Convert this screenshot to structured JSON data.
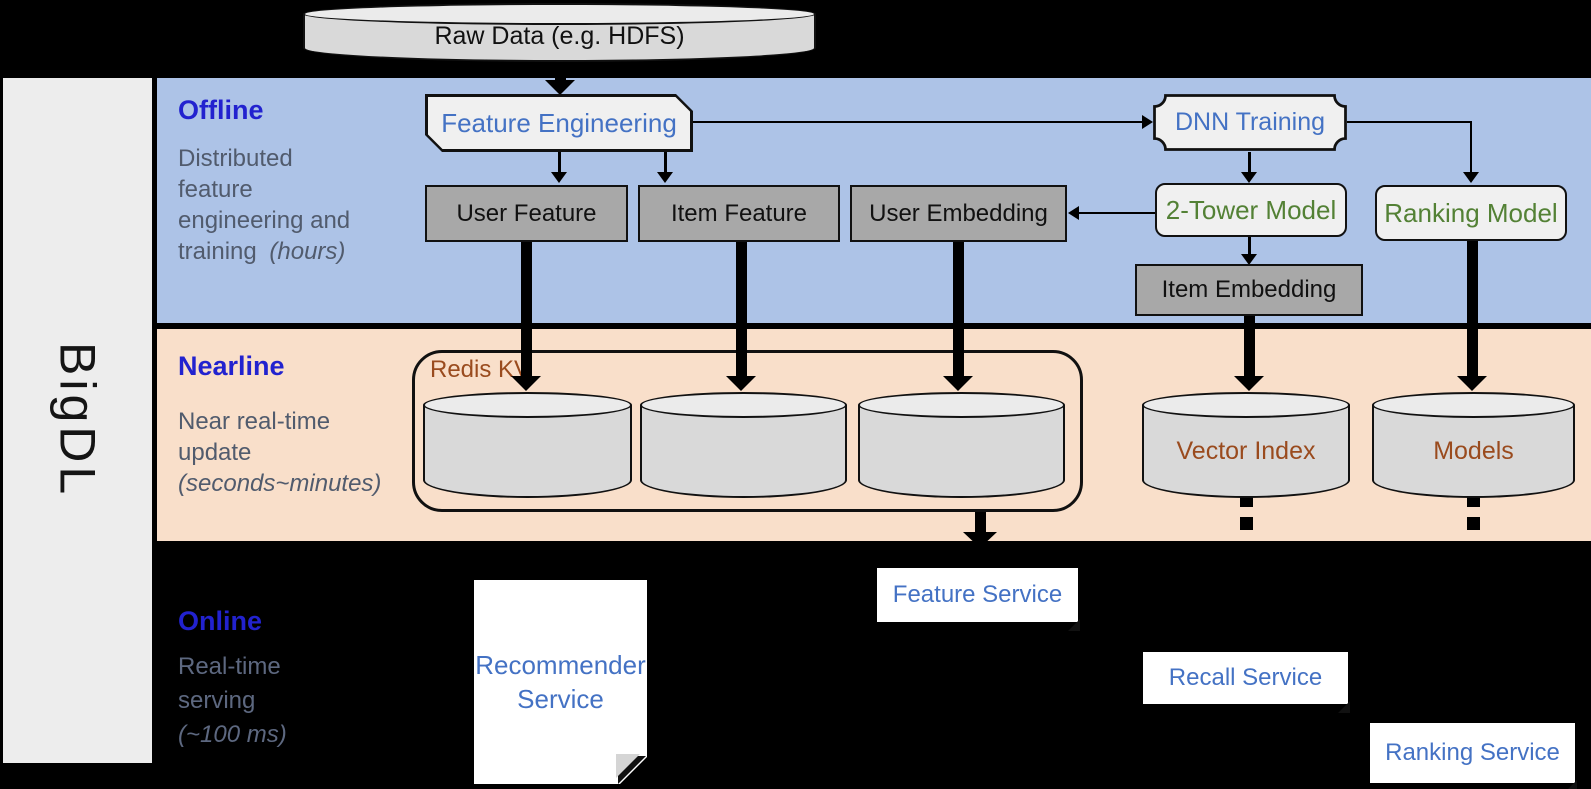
{
  "colors": {
    "background": "#000000",
    "offline_band": "#adc3e7",
    "nearline_band": "#f9dfca",
    "sidebar": "#ededed",
    "section_header_blue": "#2222cf",
    "description_gray": "#515b6d",
    "node_text_blue": "#4472c4",
    "node_text_green": "#538135",
    "node_text_brown": "#9a4b1e",
    "gray_box_fill": "#a8a8a8",
    "light_box_fill": "#f0f0f0",
    "cylinder_fill": "#d9d9d9",
    "service_box_fill": "#ffffff"
  },
  "sidebar": {
    "label": "BigDL"
  },
  "raw_data": {
    "label": "Raw Data (e.g. HDFS)"
  },
  "sections": {
    "offline": {
      "label": "Offline",
      "line1": "Distributed",
      "line2": "feature",
      "line3": "engineering and",
      "line4_normal": "training",
      "line4_italic": "(hours)"
    },
    "nearline": {
      "label": "Nearline",
      "line1": "Near real-time",
      "line2": "update",
      "line3_italic": "(seconds~minutes)"
    },
    "online": {
      "label": "Online",
      "line1": "Real-time",
      "line2": "serving",
      "line3_italic": "(~100 ms)"
    }
  },
  "nodes": {
    "feature_engineering": {
      "label": "Feature Engineering"
    },
    "dnn_training": {
      "label": "DNN Training"
    },
    "user_feature": {
      "label": "User Feature"
    },
    "item_feature": {
      "label": "Item Feature"
    },
    "user_embedding": {
      "label": "User Embedding"
    },
    "two_tower_model": {
      "label": "2-Tower Model"
    },
    "ranking_model": {
      "label": "Ranking Model"
    },
    "item_embedding": {
      "label": "Item Embedding"
    },
    "redis_kv": {
      "label": "Redis KV"
    },
    "vector_index": {
      "label": "Vector Index"
    },
    "models": {
      "label": "Models"
    },
    "feature_service": {
      "label": "Feature Service"
    },
    "recall_service": {
      "label": "Recall Service"
    },
    "ranking_service": {
      "label": "Ranking Service"
    },
    "recommender_service": {
      "line1": "Recommender",
      "line2": "Service"
    }
  }
}
